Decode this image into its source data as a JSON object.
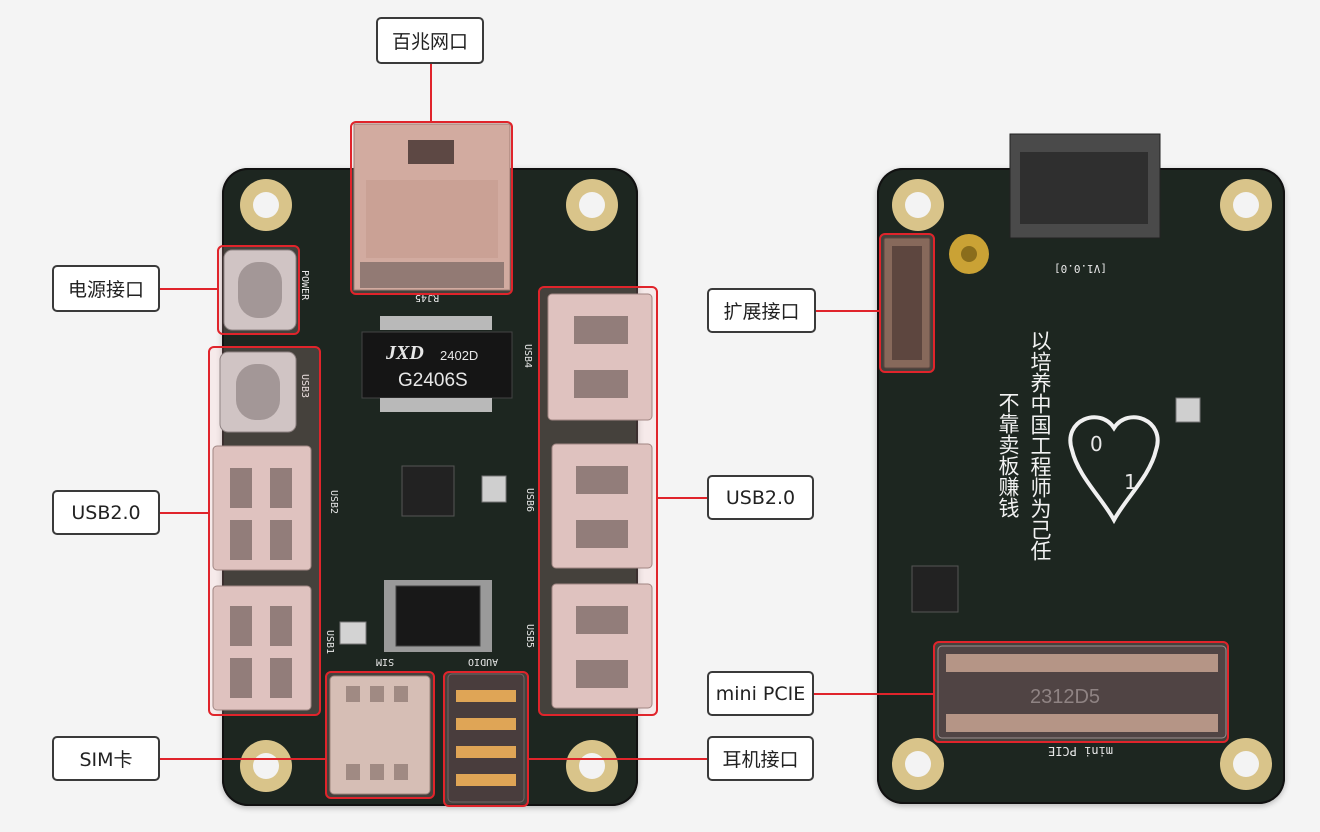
{
  "callouts": {
    "ethernet": "百兆网口",
    "power": "电源接口",
    "usb_left": "USB2.0",
    "sim": "SIM卡",
    "expansion": "扩展接口",
    "usb_right": "USB2.0",
    "minipcie": "mini PCIE",
    "audio": "耳机接口"
  },
  "silkscreen": {
    "rj45": "RJ45",
    "power": "POWER",
    "usb3": "USB3",
    "usb4": "USB4",
    "usb2": "USB2",
    "usb6": "USB6",
    "usb1": "USB1",
    "usb5": "USB5",
    "sim": "SIM",
    "audio": "AUDIO",
    "version": "[V1.0.0]",
    "minipcie": "mini PCIE"
  },
  "chips": {
    "transformer_brand": "JXD",
    "transformer_model": "2402D",
    "transformer_code": "G2406S",
    "pcie_slot_code": "2312D5"
  },
  "back": {
    "slogan_right": "以培养中国工程师为己任",
    "slogan_left": "不靠卖板赚钱",
    "logo_zero": "0",
    "logo_one": "1"
  },
  "colors": {
    "highlight": "#e0242b",
    "pcb": "#1d2620",
    "pad_gold": "#d9c48a"
  }
}
